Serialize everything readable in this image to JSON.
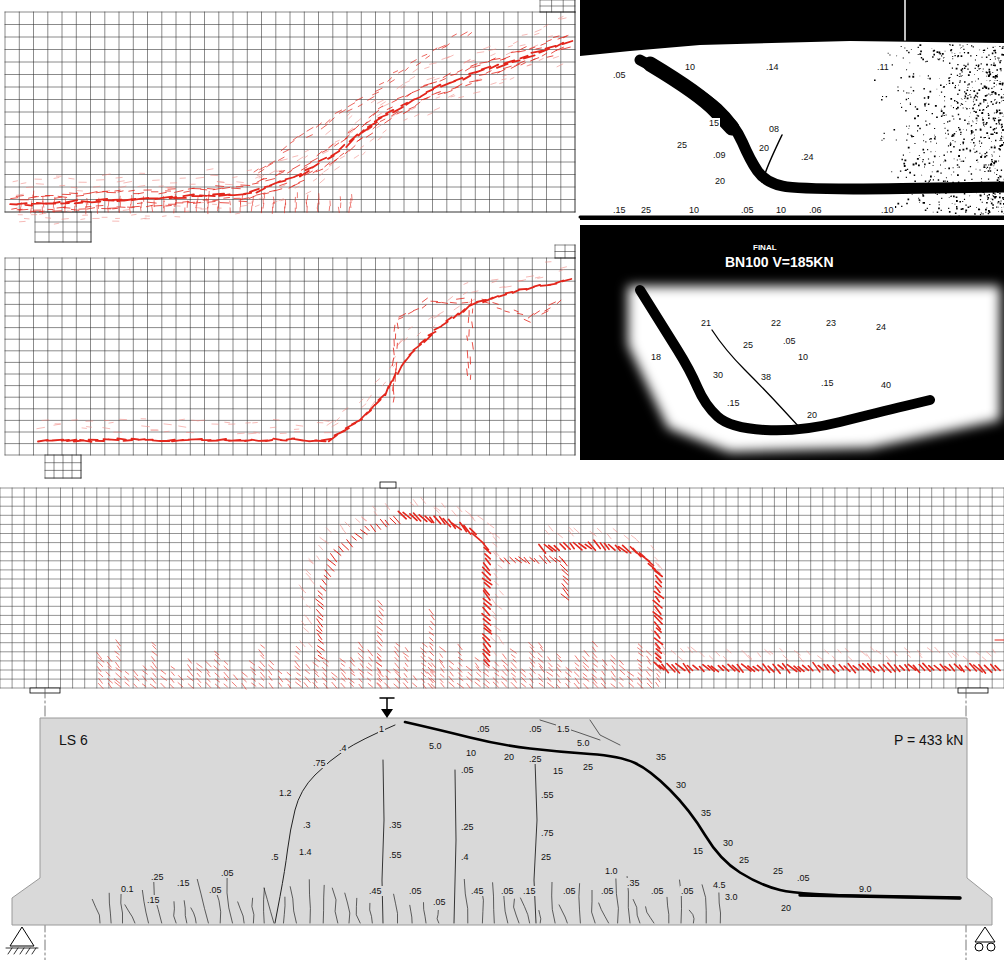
{
  "diagram": {
    "labels": [
      ".05",
      "10",
      ".14",
      ".11",
      "15",
      "08",
      ".24",
      "25",
      ".09",
      "20",
      "20",
      ".15",
      "25",
      "10",
      ".05",
      "10",
      ".06",
      ".10",
      "FINAL",
      "BN100 V=185KN",
      "21",
      "22",
      "23",
      "24",
      "25",
      ".05",
      "10",
      "18",
      "30",
      "38",
      ".15",
      "40",
      ".15",
      "20",
      "LS 6",
      "P = 433 kN",
      "5.0",
      ".05",
      ".05",
      "1.5",
      "10",
      "20",
      ".25",
      "5.0",
      "25",
      "15",
      "35",
      "30",
      "35",
      "15",
      "30",
      "25",
      "25",
      "4.5",
      "3.0",
      ".05",
      "20",
      "9.0",
      "1",
      ".4",
      ".75",
      "1.2",
      ".3",
      "1.4",
      ".5",
      ".35",
      ".55",
      ".05",
      ".25",
      ".4",
      ".55",
      ".75",
      "25",
      ".05",
      ".15",
      ".25",
      "0.1",
      ".15",
      ".05",
      ".45",
      ".05",
      ".05",
      ".45",
      ".05",
      ".15",
      ".05",
      ".05",
      "1.0",
      ".35",
      ".05",
      ".05"
    ]
  }
}
